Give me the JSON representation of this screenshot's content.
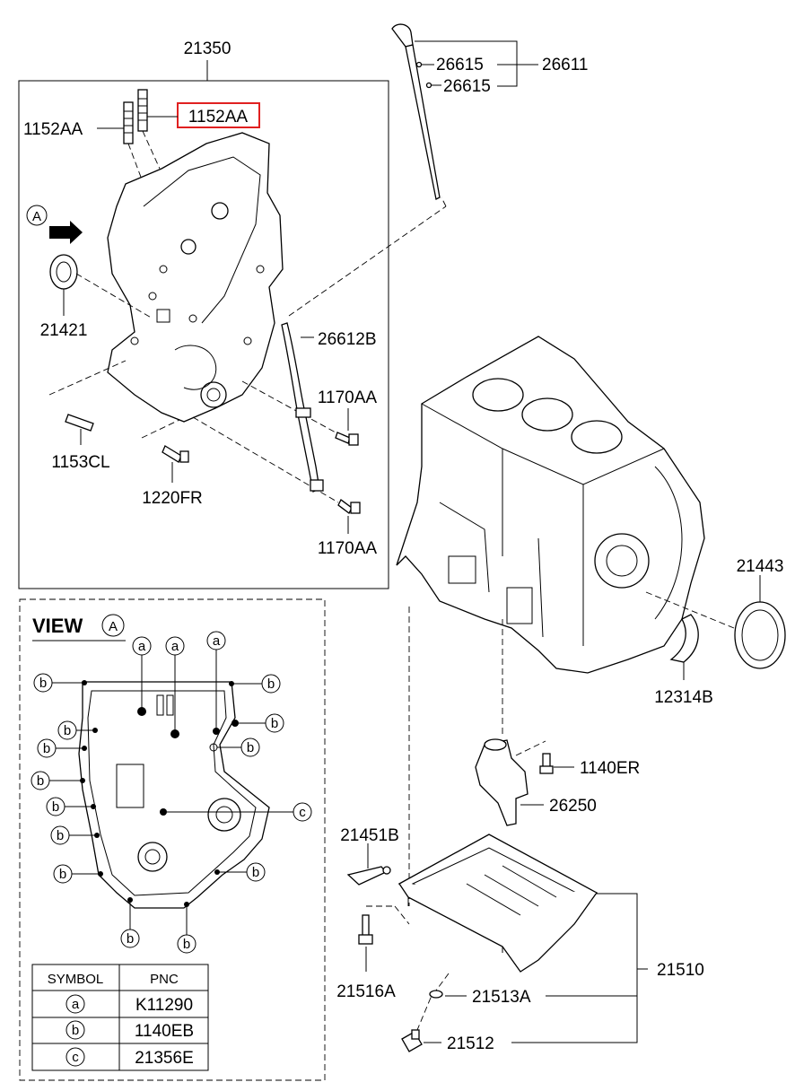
{
  "labels": {
    "top_assembly": "21350",
    "stud_left": "1152AA",
    "stud_highlight": "1152AA",
    "seal_front": "21421",
    "stud_lower": "1153CL",
    "bolt_lower": "1220FR",
    "bolt_upper_right": "1170AA",
    "bolt_lower_right": "1170AA",
    "dipstick_tube": "26612B",
    "dipstick_assy": "26611",
    "oring_top": "26615",
    "oring_bottom": "26615",
    "rear_seal": "21443",
    "rear_seal_case": "12314B",
    "strainer_bolt": "1140ER",
    "strainer": "26250",
    "gasket_clip": "21451B",
    "oil_pan": "21510",
    "pan_bolt": "21516A",
    "drain_gasket": "21513A",
    "drain_plug": "21512",
    "view_arrow_letter": "A"
  },
  "view": {
    "title": "VIEW",
    "letter": "A",
    "marker_a": "a",
    "marker_b": "b",
    "marker_c": "c"
  },
  "legend": {
    "headers": [
      "SYMBOL",
      "PNC"
    ],
    "rows": [
      {
        "symbol": "a",
        "pnc": "K11290"
      },
      {
        "symbol": "b",
        "pnc": "1140EB"
      },
      {
        "symbol": "c",
        "pnc": "21356E"
      }
    ]
  },
  "colors": {
    "highlight": "#e02020",
    "line": "#000000"
  }
}
